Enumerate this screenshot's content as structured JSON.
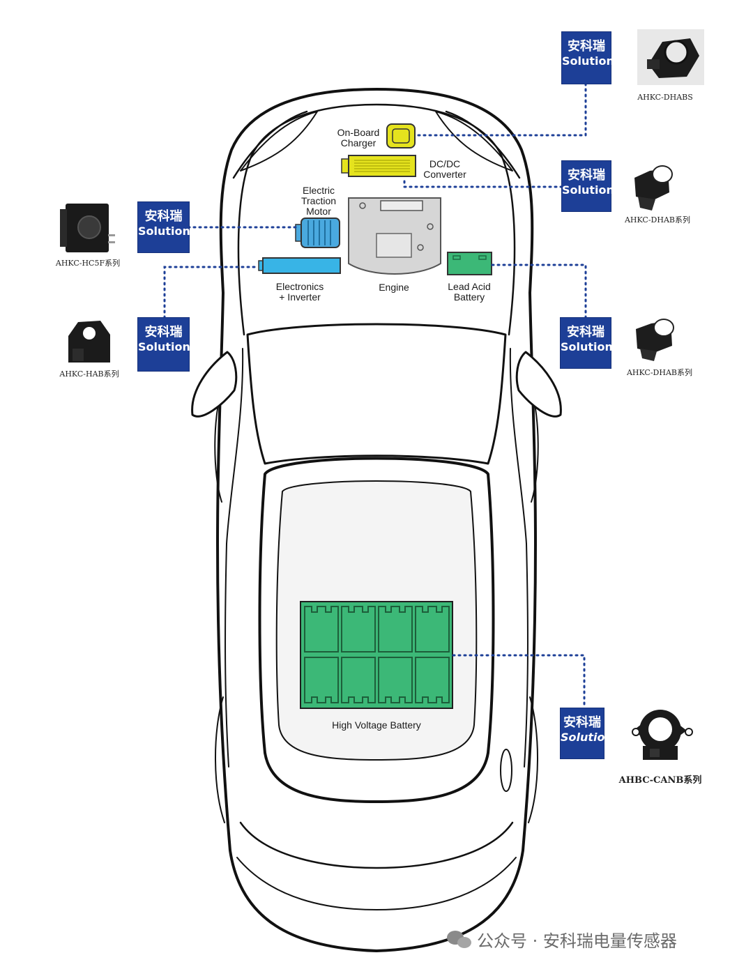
{
  "components": {
    "onboard_charger": "On-Board\nCharger",
    "dcdc_converter": "DC/DC\nConverter",
    "traction_motor": "Electric\nTraction\nMotor",
    "engine": "Engine",
    "electronics_inverter": "Electronics\n+ Inverter",
    "lead_acid_battery": "Lead Acid\nBattery",
    "hv_battery": "High Voltage Battery"
  },
  "solution_badge": {
    "cn": "安科瑞",
    "en": "Solution"
  },
  "products": {
    "p1": "AHKC-DHABS",
    "p2": "AHKC-DHAB系列",
    "p3": "AHKC-HC5F系列",
    "p4": "AHKC-HAB系列",
    "p5": "AHKC-DHAB系列",
    "p6": "AHBC-CANB系列"
  },
  "watermark": "公众号 · 安科瑞电量传感器",
  "colors": {
    "badge": "#1d3f97",
    "charger": "#e5e31e",
    "motor": "#4aa9df",
    "inverter": "#38b4e6",
    "lead_acid": "#3cb877",
    "hv_battery": "#3cb877",
    "engine": "#cfcfcf",
    "connector_dots": "#1d3f97"
  }
}
